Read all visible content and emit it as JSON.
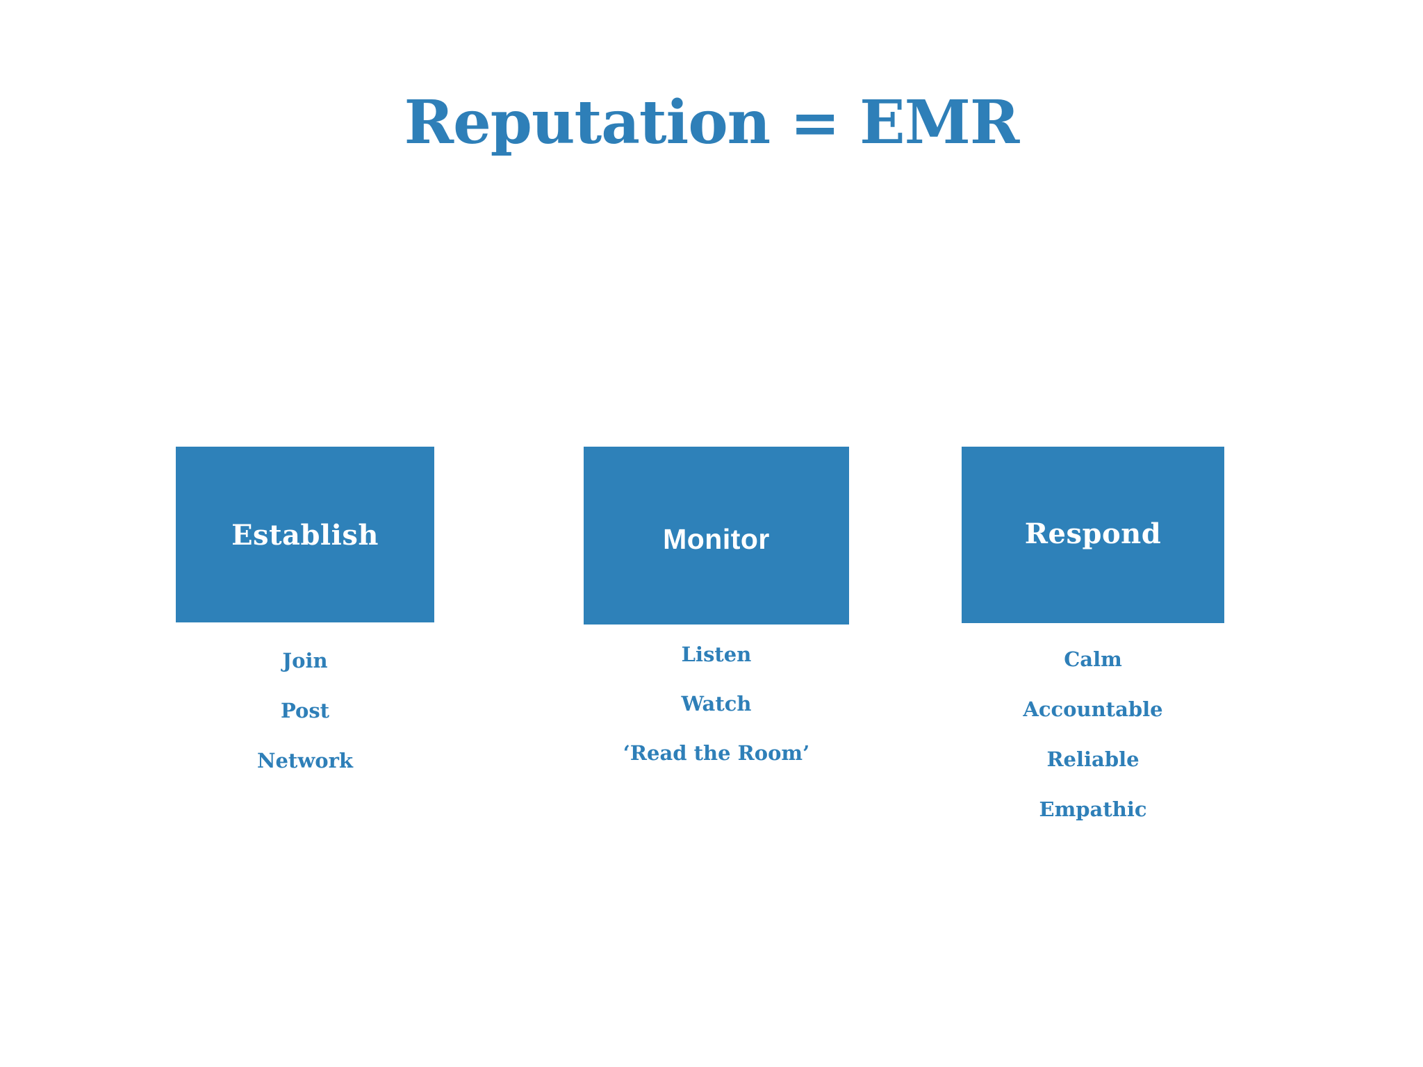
{
  "slide": {
    "title": "Reputation = EMR",
    "background_color": "#FFFFFF",
    "accent_color": "#2E7FB8",
    "box_color": "#2E81B9",
    "box_label_color": "#FFFFFF"
  },
  "columns": [
    {
      "key": "establish",
      "heading": "Establish",
      "items": [
        {
          "label": "Join"
        },
        {
          "label": "Post"
        },
        {
          "label": "Network"
        }
      ]
    },
    {
      "key": "monitor",
      "heading": "Monitor",
      "items": [
        {
          "label": "Listen"
        },
        {
          "label": "Watch"
        },
        {
          "label": "‘Read the Room’"
        }
      ]
    },
    {
      "key": "respond",
      "heading": "Respond",
      "items": [
        {
          "label": "Calm"
        },
        {
          "label": "Accountable"
        },
        {
          "label": "Reliable"
        },
        {
          "label": "Empathic"
        }
      ]
    }
  ]
}
